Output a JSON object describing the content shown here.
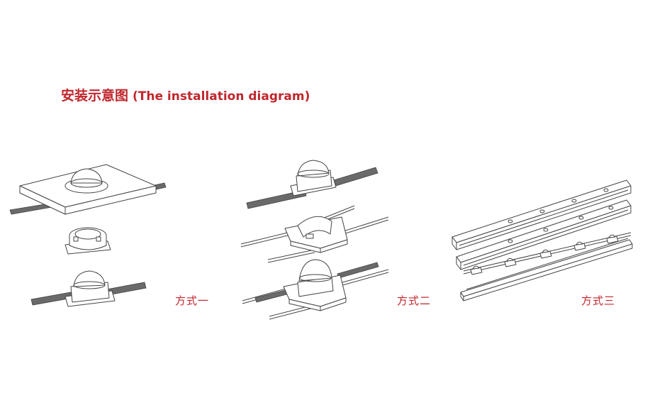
{
  "title": {
    "cn": "安装示意图",
    "en": "(The installation diagram)"
  },
  "methods": [
    {
      "label": "方式一"
    },
    {
      "label": "方式二"
    },
    {
      "label": "方式三"
    }
  ],
  "colors": {
    "accent": "#c0272d",
    "line": "#444444",
    "background": "#ffffff"
  }
}
